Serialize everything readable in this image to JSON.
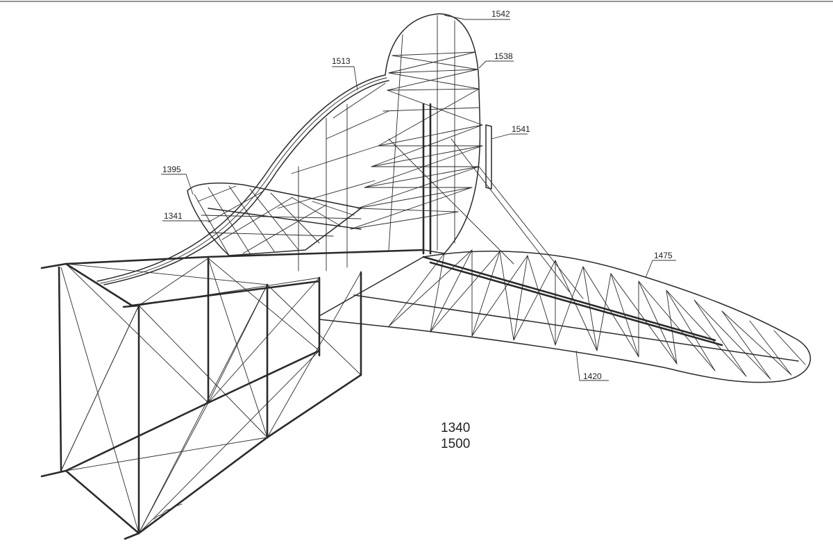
{
  "labels": {
    "l1542": "1542",
    "l1538": "1538",
    "l1513": "1513",
    "l1541": "1541",
    "l1395": "1395",
    "l1341": "1341",
    "l1475": "1475",
    "l1420": "1420"
  },
  "caption": {
    "line1": "1340",
    "line2": "1500"
  },
  "colors": {
    "ink": "#2a2a2a",
    "paper": "#ffffff"
  }
}
